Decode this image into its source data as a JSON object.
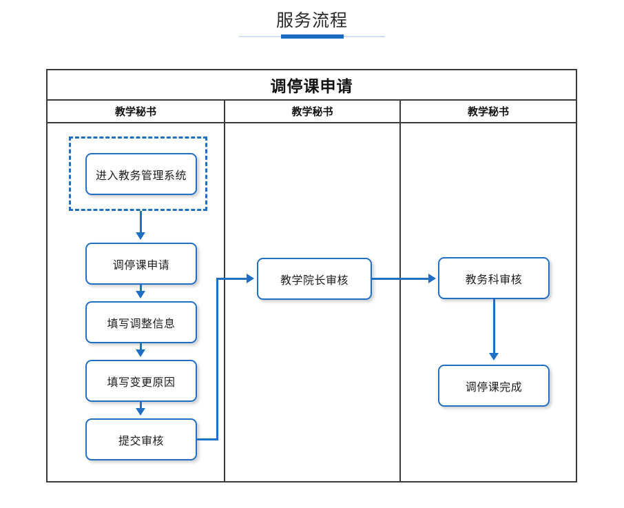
{
  "page": {
    "title": "服务流程",
    "accent_color": "#1a6ac4",
    "rule_color": "#cfdef0"
  },
  "flow": {
    "title": "调停课申请",
    "node_border_color": "#1f6fc4",
    "connector_color": "#1f6fc4",
    "table_border_color": "#3a3a3a",
    "lanes": [
      {
        "id": "lane-1",
        "label": "教学秘书"
      },
      {
        "id": "lane-2",
        "label": "教学秘书"
      },
      {
        "id": "lane-3",
        "label": "教学秘书"
      }
    ],
    "nodes": [
      {
        "id": "enter-system",
        "label": "进入教务管理系统",
        "lane": 1,
        "grouped": true
      },
      {
        "id": "apply",
        "label": "调停课申请",
        "lane": 1,
        "grouped": false
      },
      {
        "id": "fill-adjust",
        "label": "填写调整信息",
        "lane": 1,
        "grouped": false
      },
      {
        "id": "fill-reason",
        "label": "填写变更原因",
        "lane": 1,
        "grouped": false
      },
      {
        "id": "submit",
        "label": "提交审核",
        "lane": 1,
        "grouped": false
      },
      {
        "id": "dean-review",
        "label": "教学院长审核",
        "lane": 2,
        "grouped": false
      },
      {
        "id": "office-review",
        "label": "教务科审核",
        "lane": 3,
        "grouped": false
      },
      {
        "id": "done",
        "label": "调停课完成",
        "lane": 3,
        "grouped": false
      }
    ],
    "edges": [
      {
        "from": "enter-system",
        "to": "apply",
        "style": "arrow-down"
      },
      {
        "from": "apply",
        "to": "fill-adjust",
        "style": "arrow-down"
      },
      {
        "from": "fill-adjust",
        "to": "fill-reason",
        "style": "arrow-down"
      },
      {
        "from": "fill-reason",
        "to": "submit",
        "style": "arrow-down"
      },
      {
        "from": "submit",
        "to": "dean-review",
        "style": "elbow-right-up-right"
      },
      {
        "from": "dean-review",
        "to": "office-review",
        "style": "arrow-right"
      },
      {
        "from": "office-review",
        "to": "done",
        "style": "arrow-down"
      }
    ],
    "group": {
      "id": "entry-group",
      "contains": [
        "enter-system"
      ],
      "border_style": "dashed",
      "border_color": "#1f6fc4"
    }
  }
}
